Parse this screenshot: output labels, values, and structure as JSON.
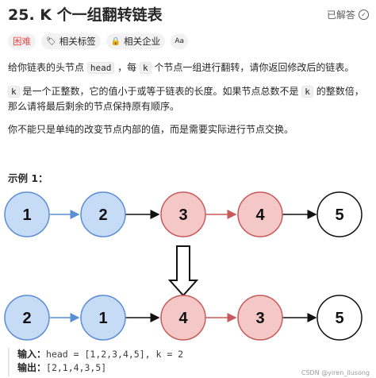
{
  "problem": {
    "title": "25. K 个一组翻转链表",
    "status": "已解答"
  },
  "tags": {
    "difficulty": "困难",
    "related_tags": "相关标签",
    "related_companies": "相关企业",
    "font_button": "Aa"
  },
  "description": {
    "p1_before": "给你链表的头节点 ",
    "p1_code": "head",
    "p1_mid": " ，每 ",
    "p1_code2": "k",
    "p1_after": " 个节点一组进行翻转，请你返回修改后的链表。",
    "p2_code": "k",
    "p2_text": " 是一个正整数，它的值小于或等于链表的长度。如果节点总数不是 ",
    "p2_code2": "k",
    "p2_after": " 的整数倍，那么请将最后剩余的节点保持原有顺序。",
    "p3": "你不能只是单纯的改变节点内部的值，而是需要实际进行节点交换。"
  },
  "example": {
    "title": "示例 1：",
    "input_label": "输入：",
    "input_value": "head = [1,2,3,4,5], k = 2",
    "output_label": "输出：",
    "output_value": "[2,1,4,3,5]",
    "before_nodes": [
      "1",
      "2",
      "3",
      "4",
      "5"
    ],
    "after_nodes": [
      "2",
      "1",
      "4",
      "3",
      "5"
    ]
  },
  "colors": {
    "blue_fill": "#c6dcf6",
    "blue_stroke": "#5b8ed6",
    "red_fill": "#f5c8c8",
    "red_stroke": "#c85a5a",
    "white_fill": "#ffffff",
    "black_stroke": "#111111",
    "hard": "#ef4743"
  },
  "watermark": "CSDN @yiren_liusong"
}
